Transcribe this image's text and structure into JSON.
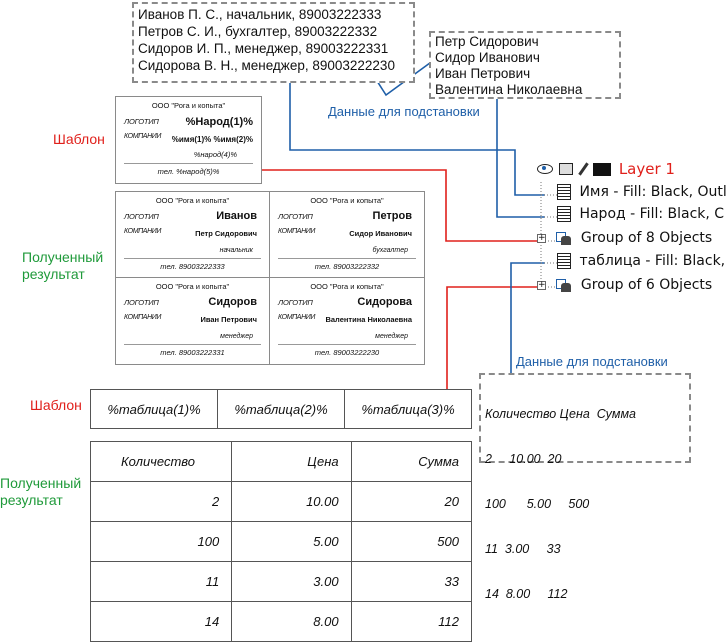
{
  "source_data_box": {
    "lines": [
      "Иванов П. С., начальник, 89003222333",
      "Петров С. И., бухгалтер, 89003222332",
      "Сидоров И. П., менеджер, 89003222331",
      "Сидорова В. Н., менеджер, 89003222230"
    ]
  },
  "names_box": {
    "lines": [
      "Петр Сидорович",
      "Сидор Иванович",
      "Иван Петрович",
      "Валентина Николаевна"
    ]
  },
  "label_substitution_data_top": "Данные для подстановки",
  "label_substitution_data_bottom": "Данные для подстановки",
  "label_template_1": "Шаблон",
  "label_result_1": "Полученный результат",
  "label_template_2": "Шаблон",
  "label_result_2": "Полученный результат",
  "template_card": {
    "company": "ООО \"Рога и копыта\"",
    "logo_line1": "ЛОГОТИП",
    "logo_line2": "КОМПАНИИ",
    "field1": "%Народ(1)%",
    "field2": "%имя(1)% %имя(2)%",
    "field3": "%народ(4)%",
    "tel": "тел. %народ(5)%"
  },
  "result_cards": [
    {
      "company": "ООО \"Рога и копыта\"",
      "logo_line1": "ЛОГОТИП",
      "logo_line2": "КОМПАНИИ",
      "last_name": "Иванов",
      "first_names": "Петр Сидорович",
      "position": "начальник",
      "tel": "тел. 89003222333"
    },
    {
      "company": "ООО \"Рога и копыта\"",
      "logo_line1": "ЛОГОТИП",
      "logo_line2": "КОМПАНИИ",
      "last_name": "Петров",
      "first_names": "Сидор Иванович",
      "position": "бухгалтер",
      "tel": "тел. 89003222332"
    },
    {
      "company": "ООО \"Рога и копыта\"",
      "logo_line1": "ЛОГОТИП",
      "logo_line2": "КОМПАНИИ",
      "last_name": "Сидоров",
      "first_names": "Иван Петрович",
      "position": "менеджер",
      "tel": "тел. 89003222331"
    },
    {
      "company": "ООО \"Рога и копыта\"",
      "logo_line1": "ЛОГОТИП",
      "logo_line2": "КОМПАНИИ",
      "last_name": "Сидорова",
      "first_names": "Валентина Николаевна",
      "position": "менеджер",
      "tel": "тел. 89003222230"
    }
  ],
  "layers_panel": {
    "layer_name": "Layer 1",
    "layer_color": "#111111",
    "items": [
      {
        "icon": "text-object-icon",
        "label": "Имя - Fill: Black, Outl"
      },
      {
        "icon": "text-object-icon",
        "label": "Народ - Fill: Black, C"
      },
      {
        "icon": "group-objects-icon",
        "label": "Group of 8 Objects"
      },
      {
        "icon": "text-object-icon",
        "label": "таблица - Fill: Black,"
      },
      {
        "icon": "group-objects-icon",
        "label": "Group of 6 Objects"
      }
    ]
  },
  "table_data_box": {
    "lines": [
      "Количество Цена  Сумма",
      "2     10.00  20",
      "100      5.00     500",
      "11  3.00     33",
      "14  8.00     112"
    ]
  },
  "template_table": [
    "%таблица(1)%",
    "%таблица(2)%",
    "%таблица(3)%"
  ],
  "result_table": {
    "headers": [
      "Количество",
      "Цена",
      "Сумма"
    ],
    "rows": [
      [
        "2",
        "10.00",
        "20"
      ],
      [
        "100",
        "5.00",
        "500"
      ],
      [
        "11",
        "3.00",
        "33"
      ],
      [
        "14",
        "8.00",
        "112"
      ]
    ]
  },
  "colors": {
    "red_connector": "#e0201b",
    "blue_connector": "#1f5fa8",
    "green_label": "#1f9a3a",
    "dashed_border": "#8a8a8a"
  }
}
